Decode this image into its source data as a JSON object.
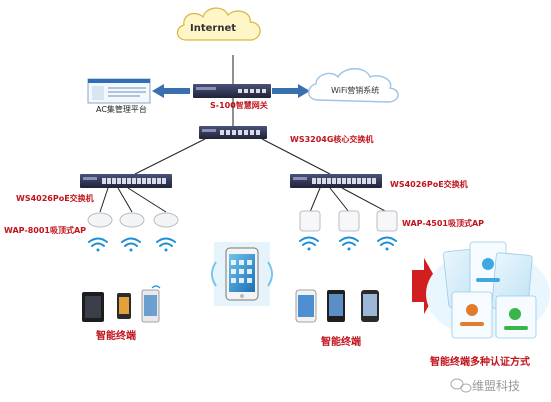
{
  "nodes": {
    "internet": "Internet",
    "ac_platform": "AC集管理平台",
    "gateway": "S-100智慧网关",
    "wifi_marketing": "WiFi营销系统",
    "core_switch": "WS3204G核心交换机",
    "poe_switch_left": "WS4026PoE交换机",
    "poe_switch_right": "WS4026PoE交换机",
    "ap_left": "WAP-8001吸顶式AP",
    "ap_right": "WAP-4501吸顶式AP",
    "terminals_left": "智能终端",
    "terminals_right": "智能终端",
    "auth_methods": "智能终端多种认证方式",
    "watermark": "维盟科技"
  },
  "colors": {
    "label_red": "#c0141c",
    "device_dark": "#2a2f4a",
    "link_line": "#222222",
    "arrow_blue": "#3a6fb0",
    "arrow_red": "#d21e1e",
    "cloud_fill": "#fff6c8",
    "wifi_blue": "#1c8fd6"
  }
}
